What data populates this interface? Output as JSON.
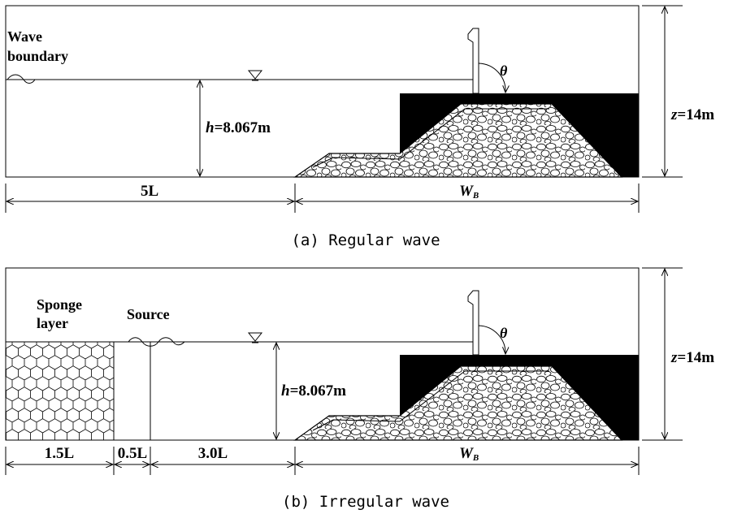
{
  "panel_a": {
    "wave_label_1": "Wave",
    "wave_label_2": "boundary",
    "depth_h": "h",
    "depth_val": "=8.067m",
    "z_z": "z",
    "z_val": "=14m",
    "theta": "θ",
    "dim_5L": "5L",
    "dim_WB_W": "W",
    "dim_WB_sub": "B",
    "caption": "(a) Regular wave"
  },
  "panel_b": {
    "sponge_1": "Sponge",
    "sponge_2": "layer",
    "source": "Source",
    "depth_h": "h",
    "depth_val": "=8.067m",
    "z_z": "z",
    "z_val": "=14m",
    "theta": "θ",
    "dim_15L": "1.5L",
    "dim_05L": "0.5L",
    "dim_30L": "3.0L",
    "dim_WB_W": "W",
    "dim_WB_sub": "B",
    "caption": "(b) Irregular wave"
  },
  "colors": {
    "ink": "#000000",
    "paper": "#ffffff"
  }
}
